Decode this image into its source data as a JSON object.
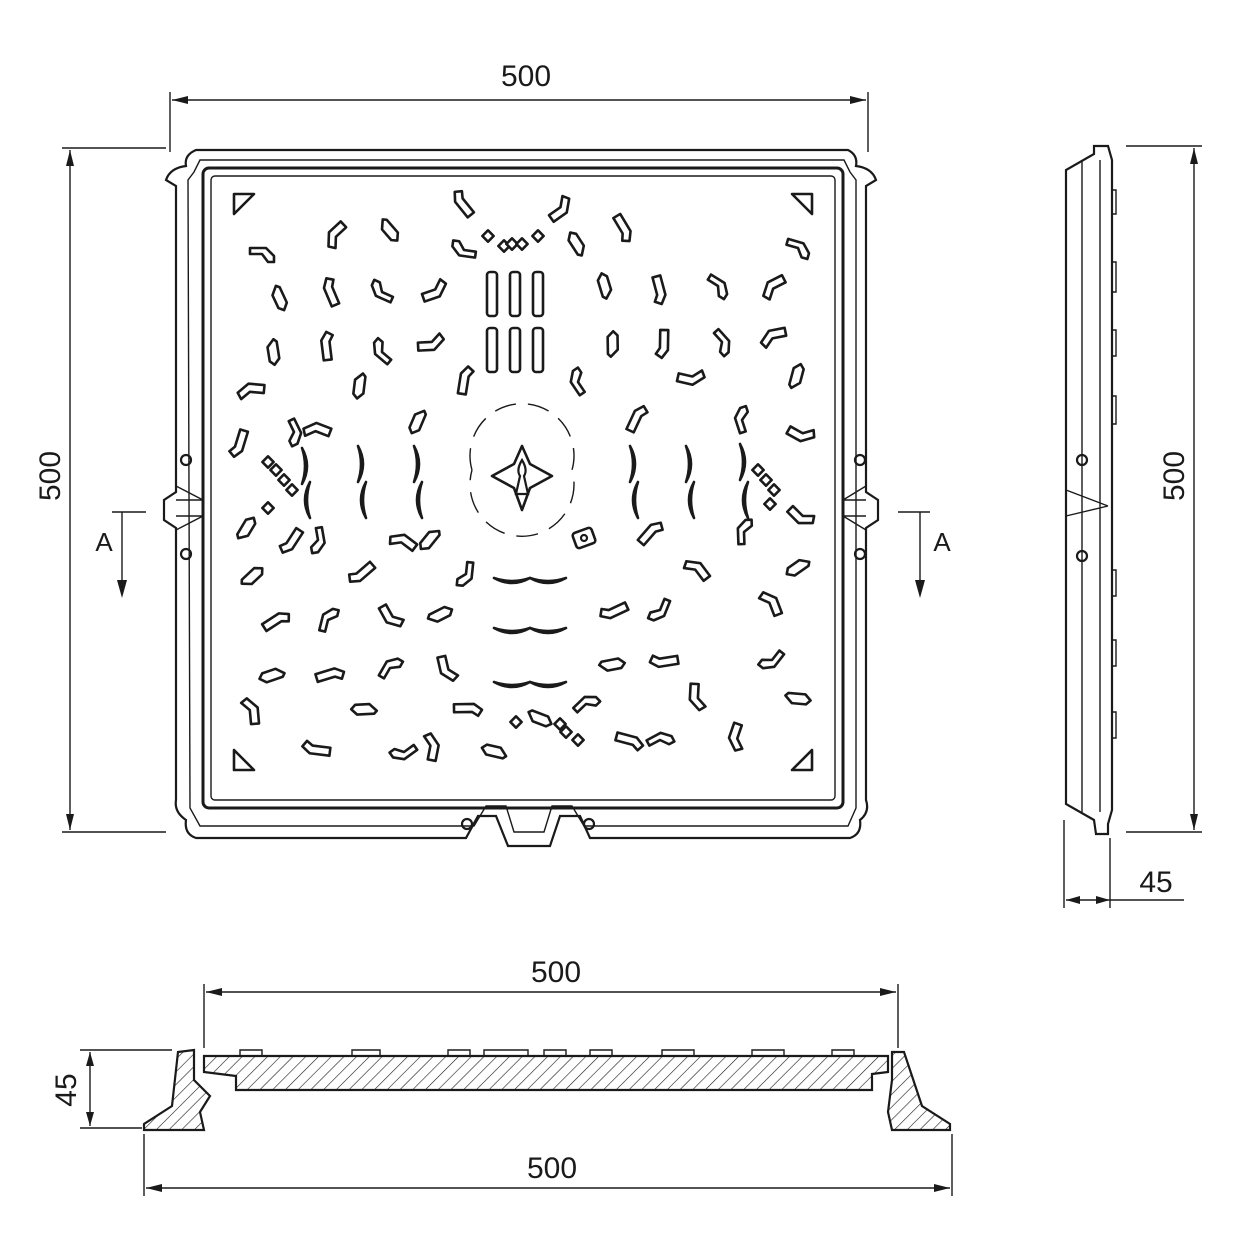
{
  "dimensions": {
    "top_width": "500",
    "left_height": "500",
    "side_height": "500",
    "side_depth": "45",
    "section_top_width": "500",
    "section_bottom_width": "500",
    "section_height": "45"
  },
  "section_marks": {
    "left": "A",
    "right": "A"
  },
  "colors": {
    "line": "#1a1a1a",
    "background": "#ffffff"
  }
}
